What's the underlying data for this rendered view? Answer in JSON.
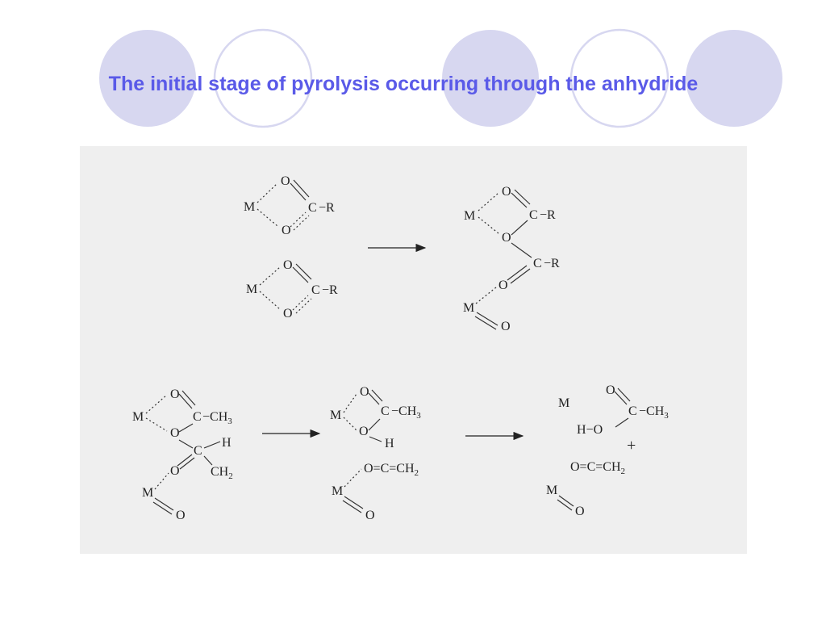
{
  "slide": {
    "title": "The initial stage of pyrolysis occurring through the anhydride"
  },
  "labels": {
    "M": "M",
    "O": "O",
    "C": "C",
    "H": "H",
    "R": "R",
    "CH3": "CH",
    "CH2": "CH",
    "sub3": "3",
    "sub2": "2",
    "dash_R": "−R",
    "dash_CH3": "−CH",
    "H_O": "H−O",
    "ketene": "O=C=CH",
    "plus": "+"
  },
  "colors": {
    "title": "#5a5ae8",
    "circle_fill": "#d7d7f0",
    "circle_stroke": "#d7d7f0",
    "panel": "#efefef"
  }
}
